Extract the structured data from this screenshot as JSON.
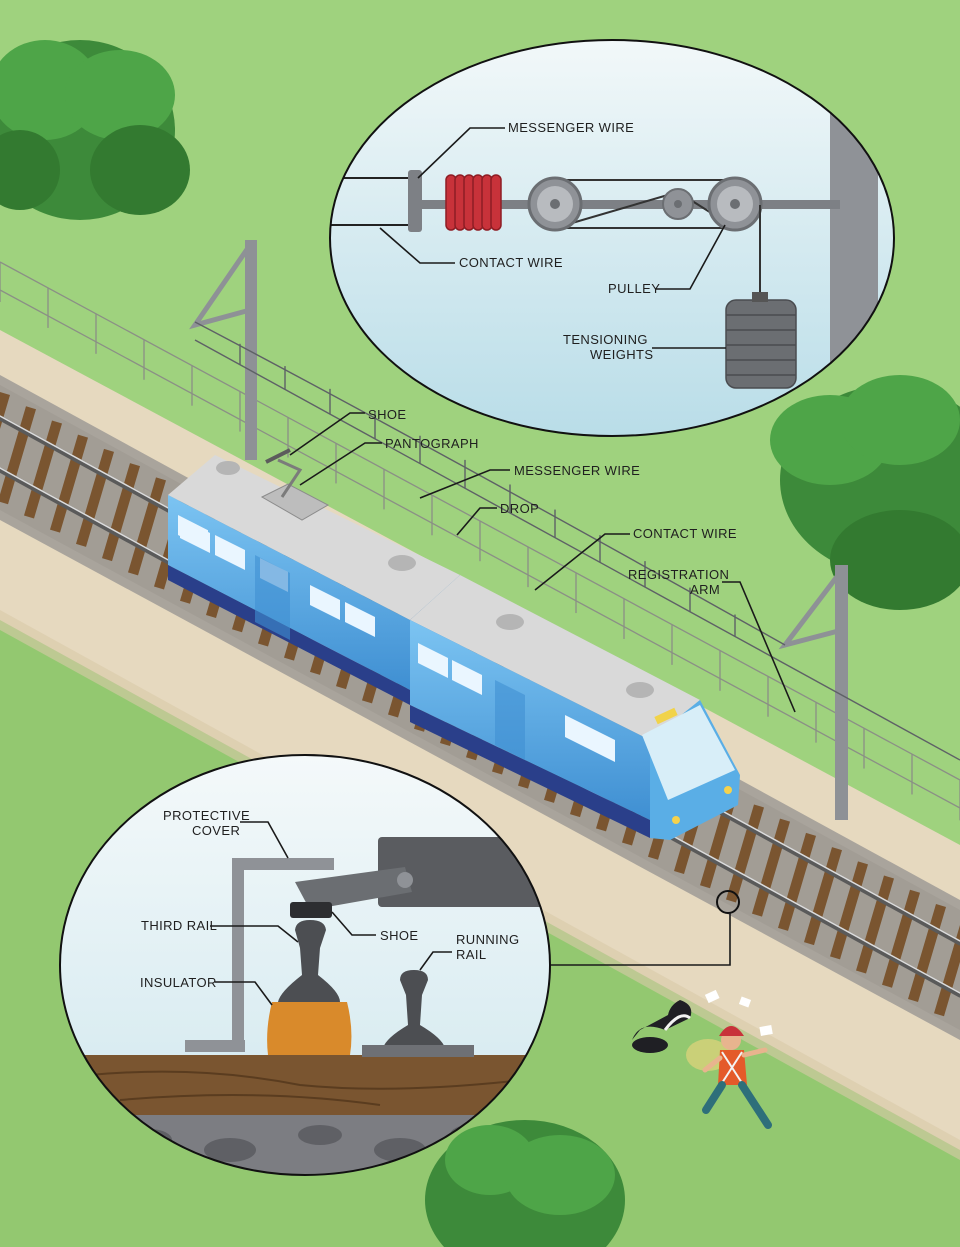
{
  "overhead_detail": {
    "messenger_wire": "MESSENGER WIRE",
    "contact_wire": "CONTACT WIRE",
    "pulley": "PULLEY",
    "tensioning_weights_line1": "TENSIONING",
    "tensioning_weights_line2": "WEIGHTS"
  },
  "train_labels": {
    "shoe": "SHOE",
    "pantograph": "PANTOGRAPH",
    "messenger_wire": "MESSENGER WIRE",
    "drop": "DROP",
    "contact_wire": "CONTACT WIRE",
    "registration_arm_line1": "REGISTRATION",
    "registration_arm_line2": "ARM"
  },
  "third_rail_detail": {
    "protective_cover_line1": "PROTECTIVE",
    "protective_cover_line2": "COVER",
    "third_rail": "THIRD RAIL",
    "shoe": "SHOE",
    "running_rail_line1": "RUNNING",
    "running_rail_line2": "RAIL",
    "insulator": "INSULATOR"
  },
  "colors": {
    "grass": "#9fd27e",
    "path": "#e6d9bf",
    "ballast": "#a9a49c",
    "train_body": "#5aaee6",
    "train_roof": "#d9d9d9",
    "detail_sky": "#d6ecf2",
    "spool": "#c8323a",
    "insulator": "#d98a2b",
    "tie": "#7a5530"
  }
}
